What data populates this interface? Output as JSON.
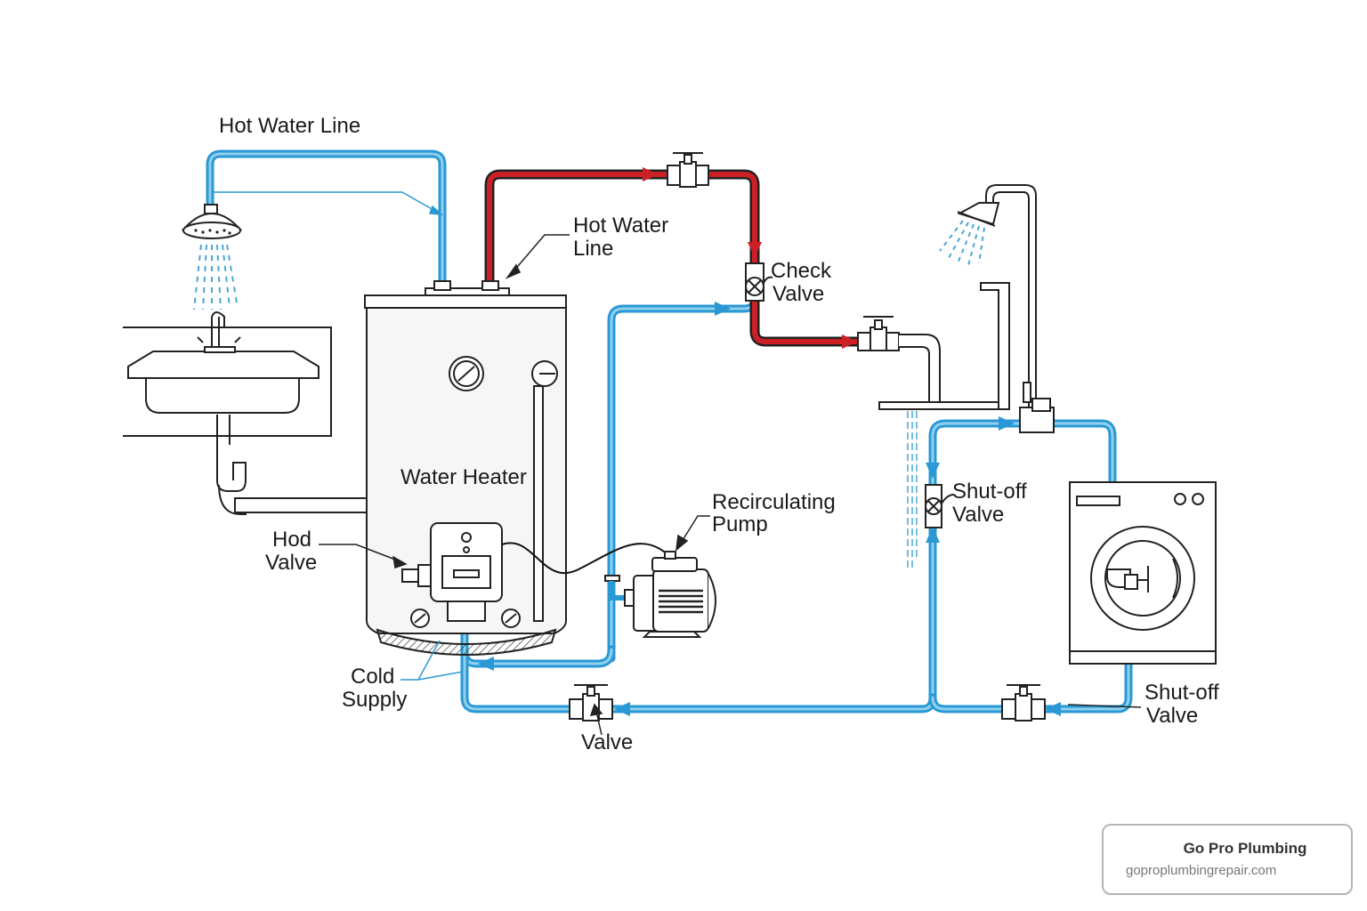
{
  "diagram": {
    "title": "Hot water recirculation plumbing diagram",
    "colors": {
      "hot": "#cc1f26",
      "cold": "#2a98d4",
      "cold_light": "#8fd0ee",
      "outline": "#222222",
      "spray": "#4aa7d6"
    },
    "labels": {
      "hot_water_line_top": "Hot Water Line",
      "hot_water_line_1": "Hot Water",
      "hot_water_line_2": "Line",
      "check_valve_1": "Check",
      "check_valve_2": "Valve",
      "water_heater": "Water Heater",
      "hod_valve_1": "Hod",
      "hod_valve_2": "Valve",
      "recirc_pump_1": "Recirculating",
      "recirc_pump_2": "Pump",
      "cold_supply_1": "Cold",
      "cold_supply_2": "Supply",
      "valve": "Valve",
      "shutoff_valve_left_1": "Shut-off",
      "shutoff_valve_left_2": "Valve",
      "shutoff_valve_right_1": "Shut-off",
      "shutoff_valve_right_2": "Valve"
    },
    "components": [
      {
        "name": "shower-head-left",
        "icon": "shower-icon"
      },
      {
        "name": "sink",
        "icon": "sink-icon"
      },
      {
        "name": "water-heater",
        "icon": "water-heater-icon"
      },
      {
        "name": "recirculating-pump",
        "icon": "pump-icon"
      },
      {
        "name": "check-valve",
        "icon": "check-valve-icon"
      },
      {
        "name": "kitchen-faucet",
        "icon": "faucet-icon"
      },
      {
        "name": "shower-head-right",
        "icon": "shower-icon"
      },
      {
        "name": "washing-machine",
        "icon": "washing-machine-icon"
      },
      {
        "name": "gate-valve",
        "icon": "valve-icon"
      }
    ]
  },
  "watermark": {
    "title": "Go Pro Plumbing",
    "url": "goproplumbingrepair.com"
  }
}
